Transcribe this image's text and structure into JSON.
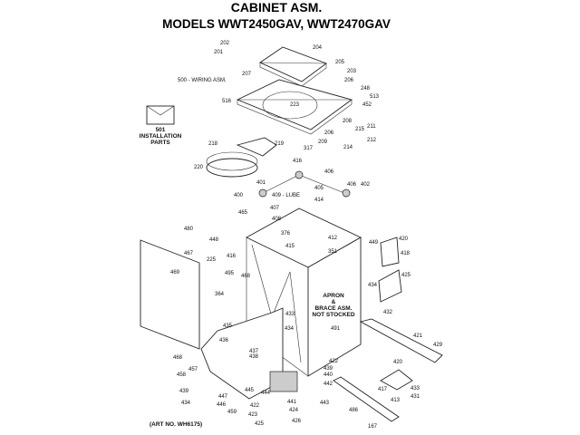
{
  "title": {
    "line1": "CABINET ASM.",
    "line2": "MODELS WWT2450GAV, WWT2470GAV"
  },
  "notes": {
    "wiring": "500 - WIRING ASM.",
    "installation_number": "501",
    "installation_line1": "INSTALLATION",
    "installation_line2": "PARTS",
    "apron_line1": "APRON",
    "apron_line2": "&",
    "apron_line3": "BRACE ASM.",
    "apron_line4": "NOT STOCKED",
    "lube": "409 - LUBE",
    "art_no": "(ART NO. WH6175)"
  },
  "callouts": [
    "202",
    "201",
    "204",
    "205",
    "203",
    "206",
    "248",
    "513",
    "452",
    "207",
    "516",
    "223",
    "208",
    "206",
    "215",
    "209",
    "214",
    "211",
    "212",
    "317",
    "218",
    "219",
    "220",
    "416",
    "406",
    "401",
    "400",
    "405",
    "406",
    "402",
    "414",
    "407",
    "465",
    "408",
    "376",
    "412",
    "351",
    "415",
    "480",
    "448",
    "467",
    "225",
    "416",
    "495",
    "468",
    "449",
    "420",
    "418",
    "469",
    "364",
    "425",
    "434",
    "433",
    "435",
    "436",
    "437",
    "438",
    "434",
    "491",
    "432",
    "421",
    "429",
    "422",
    "468",
    "457",
    "458",
    "439",
    "434",
    "439",
    "440",
    "442",
    "443",
    "445",
    "444",
    "447",
    "446",
    "459",
    "441",
    "422",
    "423",
    "424",
    "425",
    "426",
    "486",
    "167",
    "420",
    "417",
    "433",
    "431",
    "413"
  ]
}
